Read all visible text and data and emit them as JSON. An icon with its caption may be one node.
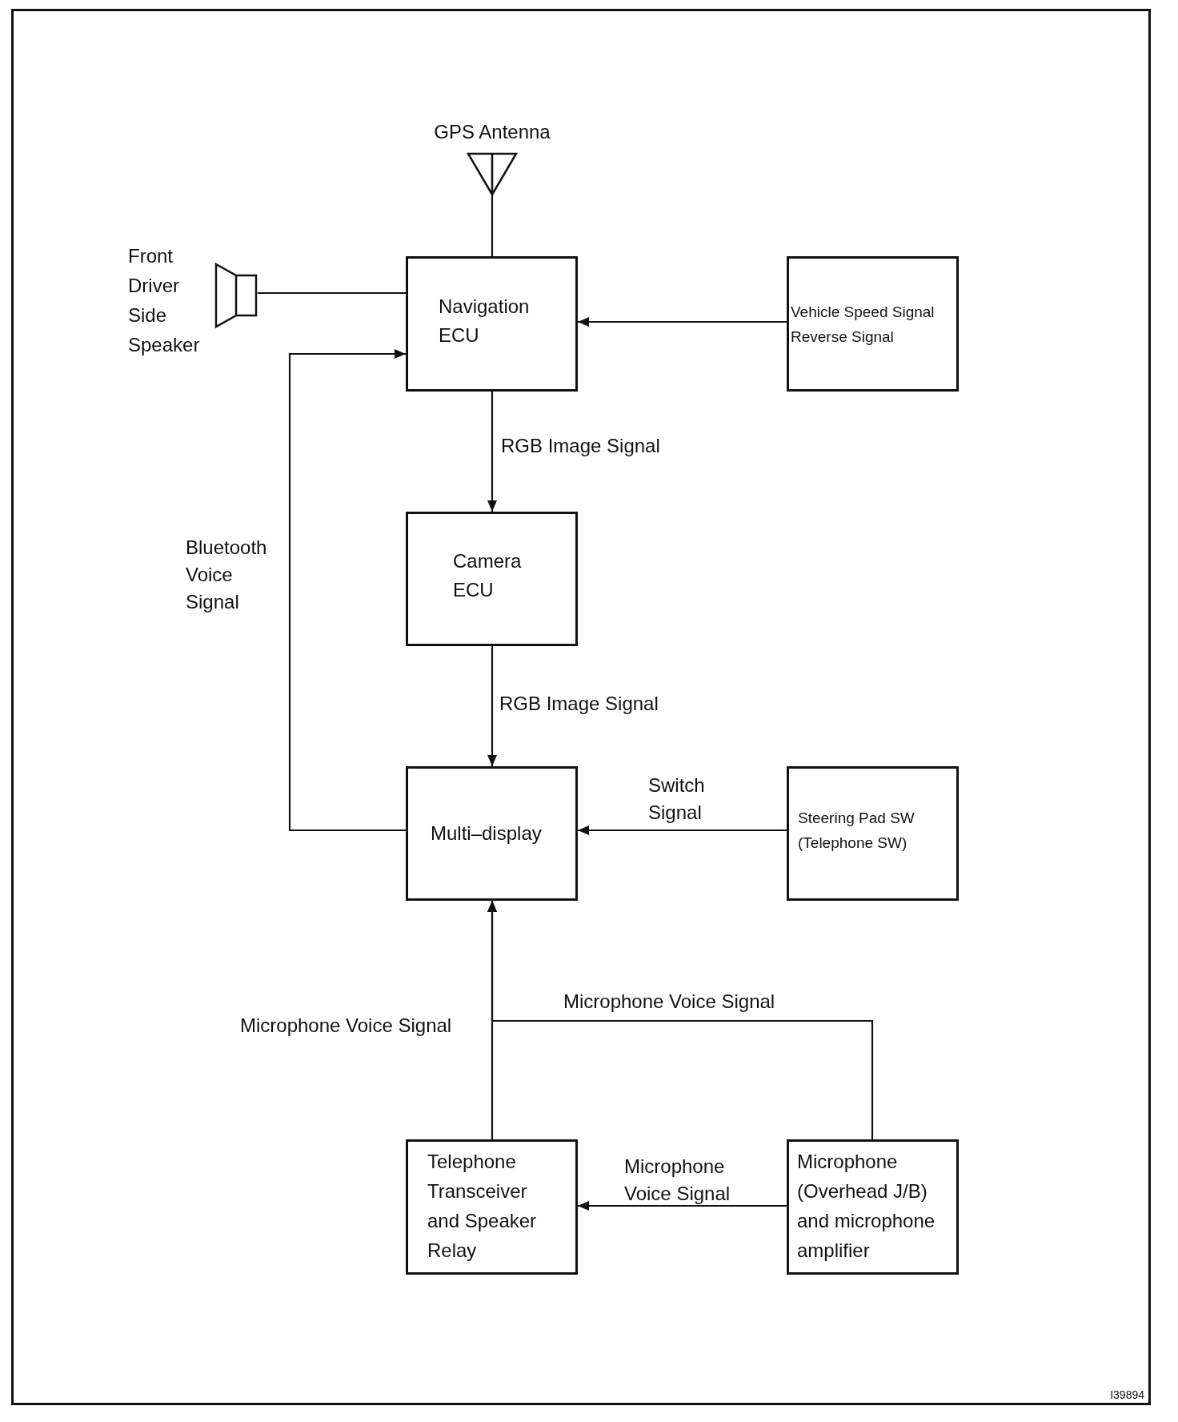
{
  "diagram": {
    "nodes": [
      {
        "text": [
          "GPS Antenna"
        ]
      },
      {
        "text": [
          "Front Driver Side Speaker"
        ]
      },
      {
        "text": [
          "Navigation ECU"
        ]
      },
      {
        "text": [
          "Vehicle Speed Signal",
          "Reverse Signal"
        ]
      },
      {
        "text": [
          "Camera ECU"
        ]
      },
      {
        "text": [
          "Multi–display"
        ]
      },
      {
        "text": [
          "Steering Pad SW (Telephone SW)"
        ]
      },
      {
        "text": [
          "Telephone Transceiver and Speaker Relay"
        ]
      },
      {
        "text": [
          "Microphone (Overhead J/B) and microphone amplifier"
        ]
      }
    ],
    "edges": [
      {
        "from": 0,
        "to": 2,
        "arrow": "none"
      },
      {
        "from": 1,
        "to": 2,
        "arrow": "none"
      },
      {
        "from": 3,
        "to": 2,
        "arrow": "to"
      },
      {
        "from": 2,
        "to": 4,
        "arrow": "to",
        "label": "RGB Image Signal"
      },
      {
        "from": 4,
        "to": 5,
        "arrow": "to",
        "label": "RGB Image Signal"
      },
      {
        "from": 5,
        "to": 2,
        "arrow": "to",
        "label": "Bluetooth Voice Signal"
      },
      {
        "from": 6,
        "to": 5,
        "arrow": "to",
        "label": "Switch Signal"
      },
      {
        "from": 7,
        "to": 5,
        "arrow": "to",
        "label": "Microphone Voice Signal"
      },
      {
        "from": 8,
        "to": 5,
        "arrow": "to",
        "label": "Microphone Voice Signal"
      },
      {
        "from": 8,
        "to": 7,
        "arrow": "to",
        "label": "Microphone Voice Signal"
      }
    ],
    "labels": [
      "I39894"
    ]
  }
}
